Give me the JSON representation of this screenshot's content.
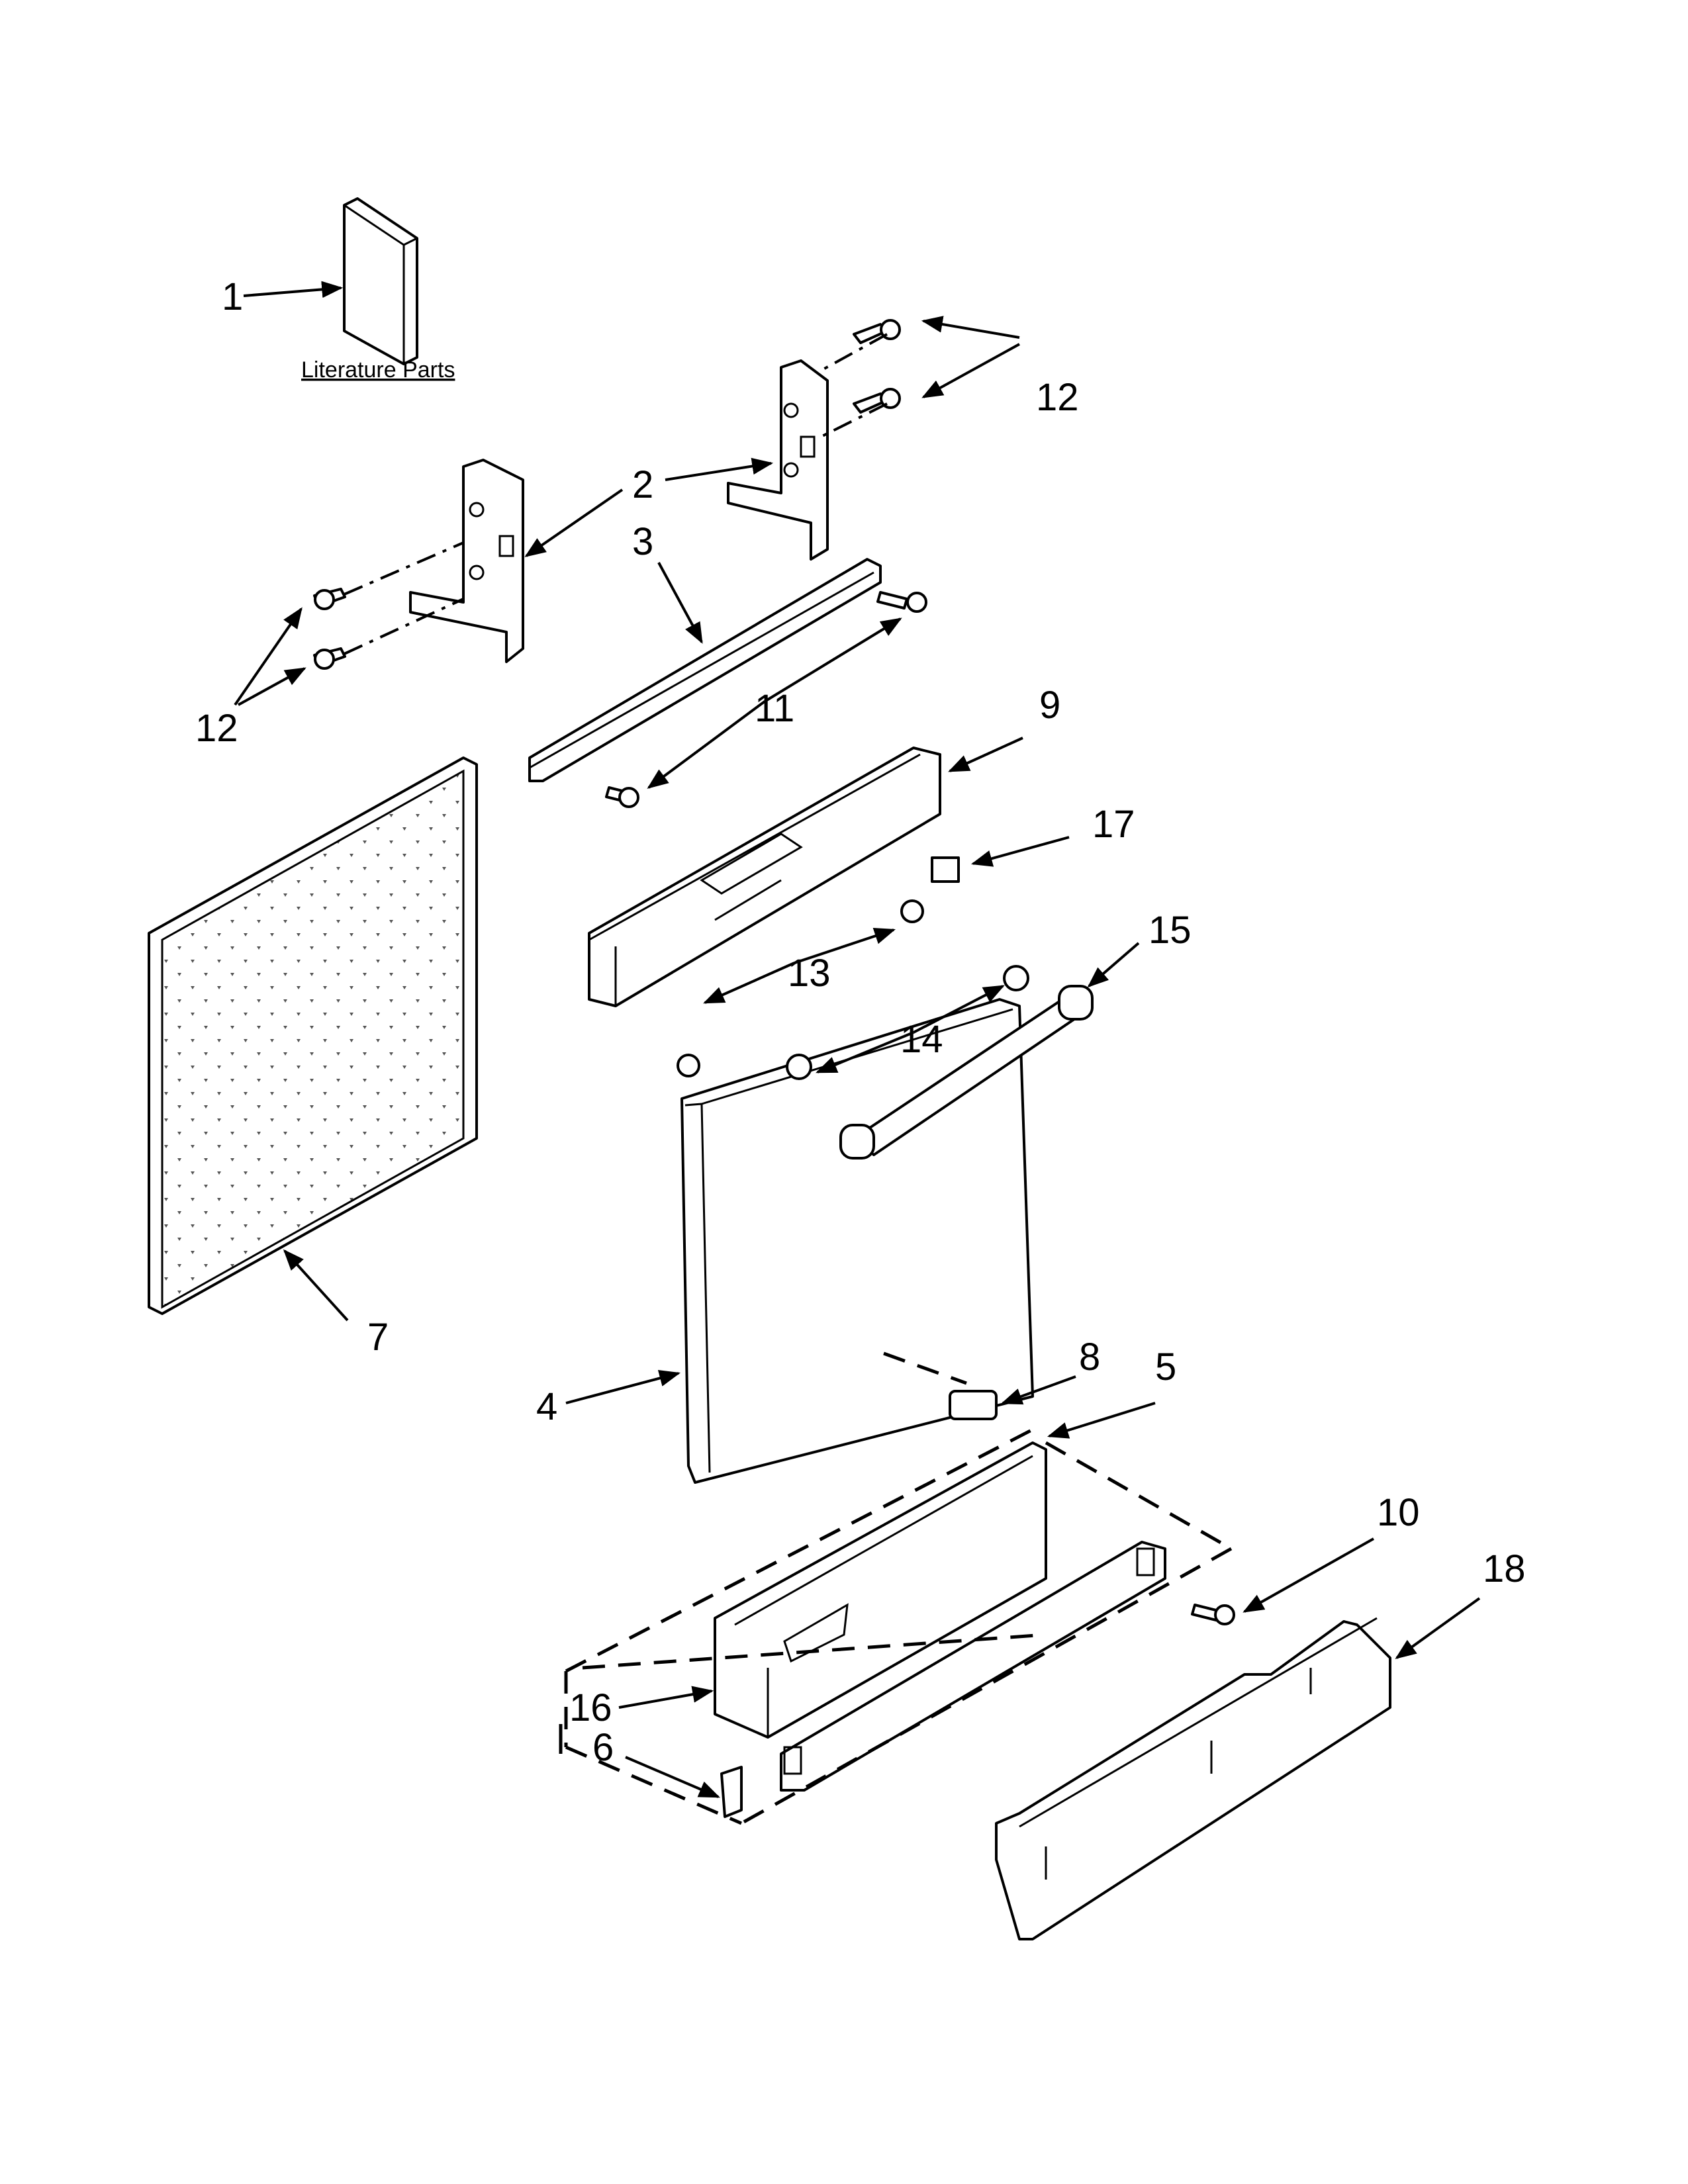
{
  "literature_label": "Literature Parts",
  "callouts": [
    "1",
    "2",
    "3",
    "4",
    "5",
    "6",
    "7",
    "8",
    "9",
    "10",
    "11",
    "12",
    "12",
    "13",
    "14",
    "15",
    "16",
    "17",
    "18"
  ]
}
